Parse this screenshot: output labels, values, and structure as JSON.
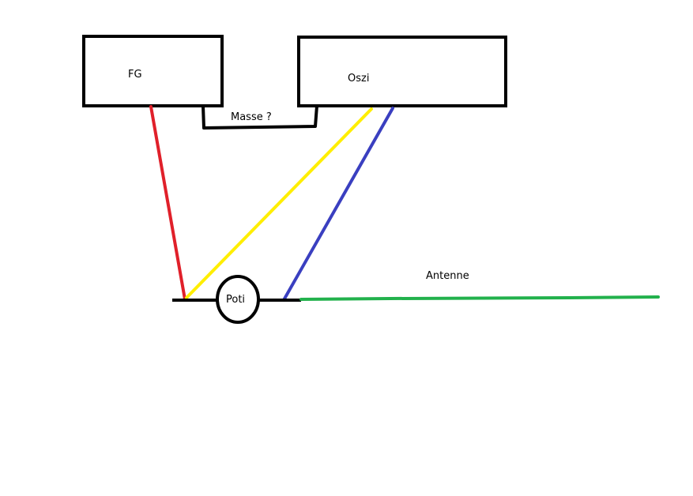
{
  "labels": {
    "fg": "FG",
    "oszi": "Oszi",
    "masse": "Masse ?",
    "poti": "Poti",
    "antenne": "Antenne"
  },
  "colors": {
    "outline": "#000000",
    "red_wire": "#e0202a",
    "yellow_wire": "#ffee00",
    "blue_wire": "#3a3fc0",
    "green_wire": "#22b14c",
    "background": "#ffffff"
  }
}
